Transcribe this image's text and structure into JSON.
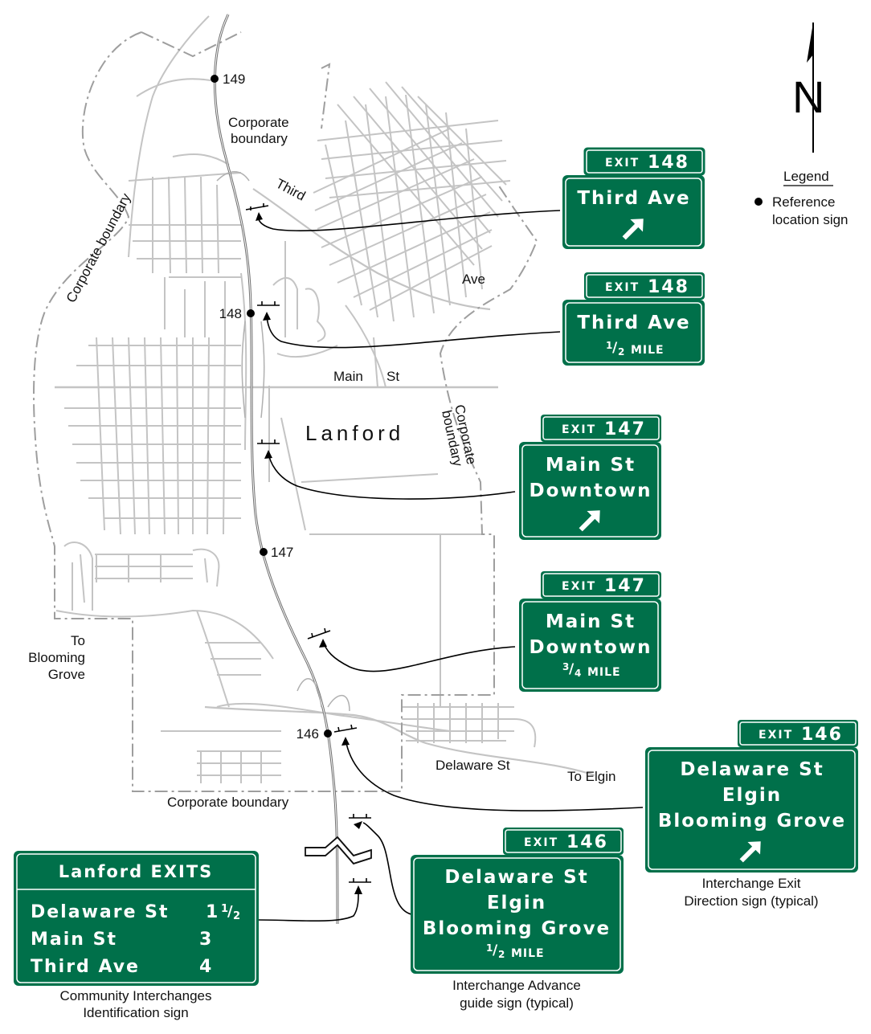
{
  "colors": {
    "sign_green": "#00704a",
    "street_gray": "#bdbdbd",
    "freeway": "#6e6e6e"
  },
  "map": {
    "town": "Lanford",
    "labels": {
      "corporate_boundary_ne": [
        "Corporate",
        "boundary"
      ],
      "corporate_boundary_w": "Corporate boundary",
      "corporate_boundary_e": [
        "Corporate",
        "boundary"
      ],
      "corporate_boundary_s": "Corporate boundary",
      "third": "Third",
      "ave": "Ave",
      "main": "Main",
      "st": "St",
      "delaware_st": "Delaware St",
      "to_elgin": "To Elgin",
      "to_blooming_grove": [
        "To",
        "Blooming",
        "Grove"
      ]
    },
    "reference_locations": [
      "149",
      "148",
      "147",
      "146"
    ]
  },
  "legend": {
    "title": "Legend",
    "items": [
      "Reference",
      "location sign"
    ],
    "north_label": "N"
  },
  "signs": {
    "s1": {
      "tab": {
        "word": "EXIT",
        "num": "148"
      },
      "lines": [
        "Third Ave"
      ]
    },
    "s2": {
      "tab": {
        "word": "EXIT",
        "num": "148"
      },
      "lines": [
        "Third Ave"
      ],
      "dist_num": "1",
      "dist_den": "2",
      "dist_unit": "MILE"
    },
    "s3": {
      "tab": {
        "word": "EXIT",
        "num": "147"
      },
      "lines": [
        "Main St",
        "Downtown"
      ]
    },
    "s4": {
      "tab": {
        "word": "EXIT",
        "num": "147"
      },
      "lines": [
        "Main St",
        "Downtown"
      ],
      "dist_num": "3",
      "dist_den": "4",
      "dist_unit": "MILE"
    },
    "s5": {
      "tab": {
        "word": "EXIT",
        "num": "146"
      },
      "lines": [
        "Delaware St",
        "Elgin",
        "Blooming Grove"
      ]
    },
    "s6": {
      "tab": {
        "word": "EXIT",
        "num": "146"
      },
      "lines": [
        "Delaware St",
        "Elgin",
        "Blooming Grove"
      ],
      "dist_num": "1",
      "dist_den": "2",
      "dist_unit": "MILE"
    },
    "s7": {
      "title": "Lanford EXITS",
      "rows": [
        {
          "name": "Delaware St",
          "whole": "1",
          "num": "1",
          "den": "2"
        },
        {
          "name": "Main St",
          "whole": "3"
        },
        {
          "name": "Third Ave",
          "whole": "4"
        }
      ]
    }
  },
  "captions": {
    "exit_direction": [
      "Interchange Exit",
      "Direction sign (typical)"
    ],
    "advance_guide": [
      "Interchange Advance",
      "guide sign (typical)"
    ],
    "community": [
      "Community Interchanges",
      "Identification sign"
    ]
  }
}
